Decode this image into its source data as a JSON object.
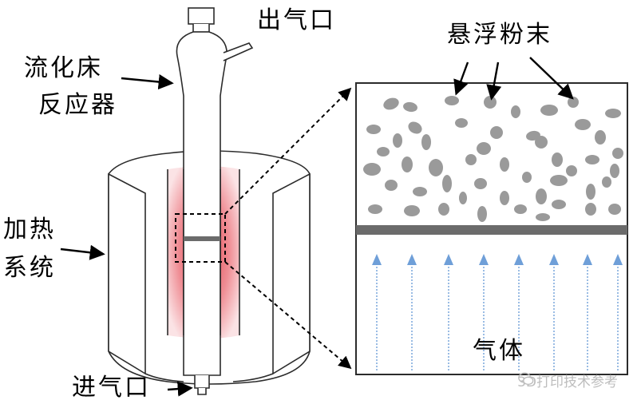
{
  "labels": {
    "outlet": "出气口",
    "reactor_line1": "流化床",
    "reactor_line2": "反应器",
    "heating_line1": "加热",
    "heating_line2": "系统",
    "inlet": "进气口",
    "powder": "悬浮粉末",
    "gas": "气体"
  },
  "watermark": {
    "text": "3D打印技术参考"
  },
  "colors": {
    "particle": "#9a9a9a",
    "gas_arrow": "#6f9fd8",
    "plate": "#6b6b6b",
    "heating_zone": "#e0404a",
    "outline": "#2b2b2b"
  }
}
